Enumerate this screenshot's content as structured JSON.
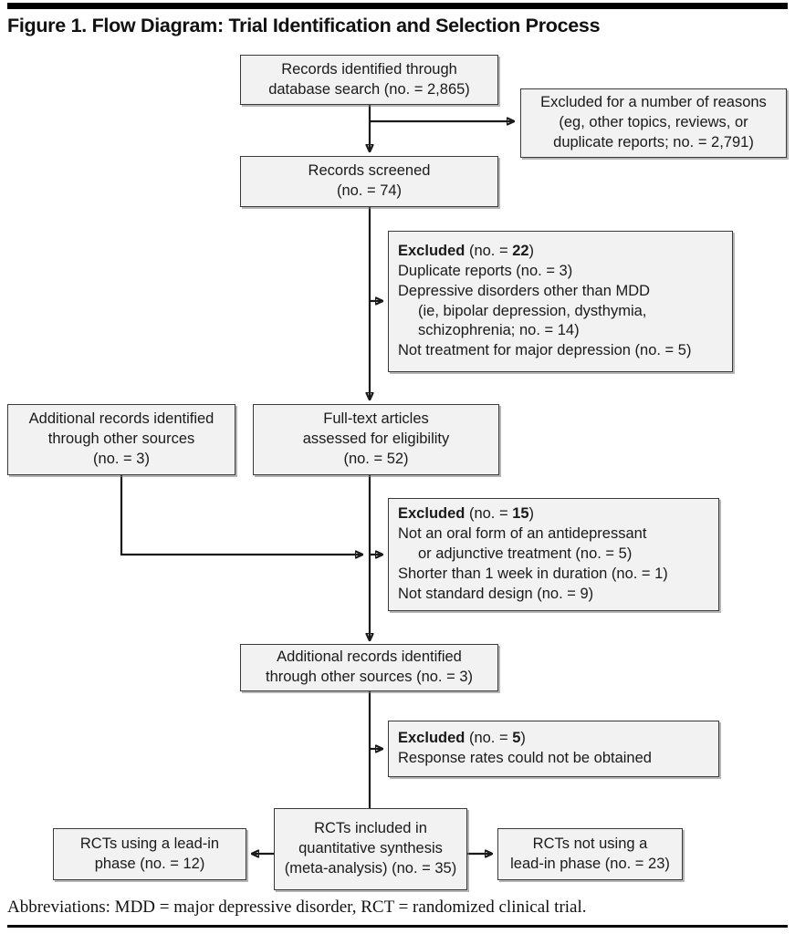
{
  "figure": {
    "title": "Figure 1. Flow Diagram: Trial Identification and Selection Process",
    "footnote": "Abbreviations: MDD = major depressive disorder, RCT = randomized clinical trial."
  },
  "chart_data": {
    "type": "diagram",
    "diagram_kind": "prisma-flow-diagram",
    "title": "Figure 1. Flow Diagram: Trial Identification and Selection Process",
    "nodes": [
      {
        "id": "records-identified",
        "lines": [
          "Records identified through",
          "database search (no. = 2,865)"
        ],
        "count": 2865
      },
      {
        "id": "excluded-reasons",
        "lines": [
          "Excluded for a number of reasons",
          "(eg, other topics, reviews, or",
          "duplicate reports; no. = 2,791)"
        ],
        "count": 2791
      },
      {
        "id": "records-screened",
        "lines": [
          "Records screened",
          "(no. = 74)"
        ],
        "count": 74
      },
      {
        "id": "excluded-22",
        "lines": [
          "Excluded (no. = 22)",
          "Duplicate reports (no. = 3)",
          "Depressive disorders other than MDD",
          "(ie, bipolar depression, dysthymia,",
          "schizophrenia; no. = 14)",
          "Not treatment for major depression (no. = 5)"
        ],
        "count": 22
      },
      {
        "id": "additional-records-left",
        "lines": [
          "Additional records identified",
          "through other sources",
          "(no. = 3)"
        ],
        "count": 3
      },
      {
        "id": "full-text-assessed",
        "lines": [
          "Full-text articles",
          "assessed for eligibility",
          "(no. = 52)"
        ],
        "count": 52
      },
      {
        "id": "excluded-15",
        "lines": [
          "Excluded (no. = 15)",
          "Not an oral form of an antidepressant",
          "or adjunctive treatment (no. = 5)",
          "Shorter than 1 week in duration (no. = 1)",
          "Not standard design (no. = 9)"
        ],
        "count": 15
      },
      {
        "id": "additional-records-lower",
        "lines": [
          "Additional records identified",
          "through other sources (no. = 3)"
        ],
        "count": 3
      },
      {
        "id": "excluded-5",
        "lines": [
          "Excluded (no. = 5)",
          "Response rates could not be obtained"
        ],
        "count": 5
      },
      {
        "id": "rcts-included",
        "lines": [
          "RCTs included in",
          "quantitative synthesis",
          "(meta-analysis) (no. = 35)"
        ],
        "count": 35
      },
      {
        "id": "rcts-lead-in",
        "lines": [
          "RCTs using a lead-in",
          "phase (no. = 12)"
        ],
        "count": 12
      },
      {
        "id": "rcts-no-lead-in",
        "lines": [
          "RCTs not using a",
          "lead-in phase (no. = 23)"
        ],
        "count": 23
      }
    ],
    "edges": [
      {
        "from": "records-identified",
        "to": "excluded-reasons"
      },
      {
        "from": "records-identified",
        "to": "records-screened"
      },
      {
        "from": "records-screened",
        "to": "excluded-22"
      },
      {
        "from": "records-screened",
        "to": "full-text-assessed"
      },
      {
        "from": "additional-records-left",
        "to": "excluded-15"
      },
      {
        "from": "full-text-assessed",
        "to": "excluded-15"
      },
      {
        "from": "full-text-assessed",
        "to": "additional-records-lower"
      },
      {
        "from": "additional-records-lower",
        "to": "excluded-5"
      },
      {
        "from": "additional-records-lower",
        "to": "rcts-included"
      },
      {
        "from": "rcts-included",
        "to": "rcts-lead-in"
      },
      {
        "from": "rcts-included",
        "to": "rcts-no-lead-in"
      }
    ]
  },
  "boxes": {
    "records_identified": {
      "l1": "Records identified through",
      "l2": "database search (no. = 2,865)"
    },
    "excluded_reasons": {
      "l1": "Excluded for a number of reasons",
      "l2": "(eg, other topics, reviews, or",
      "l3": "duplicate reports; no. = 2,791)"
    },
    "records_screened": {
      "l1": "Records screened",
      "l2": "(no. = 74)"
    },
    "excluded_22": {
      "head_strong": "Excluded",
      "head_rest": " (no. = ",
      "head_num": "22",
      "head_close": ")",
      "l2": "Duplicate reports (no. = 3)",
      "l3": "Depressive disorders other than MDD",
      "l4": "(ie, bipolar depression, dysthymia,",
      "l5": "schizophrenia; no. = 14)",
      "l6": "Not treatment for major depression (no. = 5)"
    },
    "additional_records_left": {
      "l1": "Additional records identified",
      "l2": "through other sources",
      "l3": "(no. = 3)"
    },
    "full_text": {
      "l1": "Full-text articles",
      "l2": "assessed for eligibility",
      "l3": "(no. = 52)"
    },
    "excluded_15": {
      "head_strong": "Excluded",
      "head_rest": " (no. = ",
      "head_num": "15",
      "head_close": ")",
      "l2": "Not an oral form of an antidepressant",
      "l3": "or adjunctive treatment (no. = 5)",
      "l4": "Shorter than 1 week in duration (no. = 1)",
      "l5": "Not standard design (no. = 9)"
    },
    "additional_records_lower": {
      "l1": "Additional records identified",
      "l2": "through other sources (no. = 3)"
    },
    "excluded_5": {
      "head_strong": "Excluded",
      "head_rest": " (no. = ",
      "head_num": "5",
      "head_close": ")",
      "l2": "Response rates could not be obtained"
    },
    "rcts_included": {
      "l1": "RCTs included in",
      "l2": "quantitative synthesis",
      "l3": "(meta-analysis) (no. = 35)"
    },
    "rcts_lead_in": {
      "l1": "RCTs using a lead-in",
      "l2": "phase (no. = 12)"
    },
    "rcts_no_lead_in": {
      "l1": "RCTs not using a",
      "l2": "lead-in phase (no. = 23)"
    }
  },
  "colors": {
    "box_fill": "#f2f2f2",
    "box_border": "#3a3a3a",
    "rule": "#000000",
    "text": "#1a1a1a"
  }
}
